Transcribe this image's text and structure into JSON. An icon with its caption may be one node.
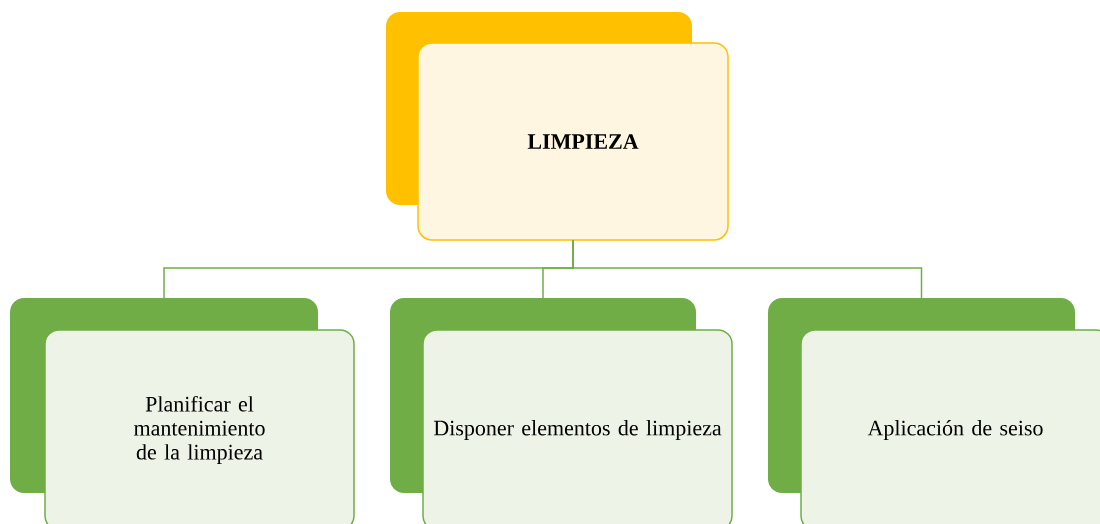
{
  "diagram": {
    "nodes": [
      {
        "text": [
          "LIMPIEZA"
        ]
      },
      {
        "text": [
          "Planificar el mantenimiento de la limpieza"
        ]
      },
      {
        "text": [
          "Disponer elementos de limpieza"
        ]
      },
      {
        "text": [
          "Aplicación de seiso"
        ]
      }
    ],
    "edges": [
      {
        "from": 0,
        "to": 1,
        "arrow": "none"
      },
      {
        "from": 0,
        "to": 2,
        "arrow": "none"
      },
      {
        "from": 0,
        "to": 3,
        "arrow": "none"
      }
    ]
  }
}
